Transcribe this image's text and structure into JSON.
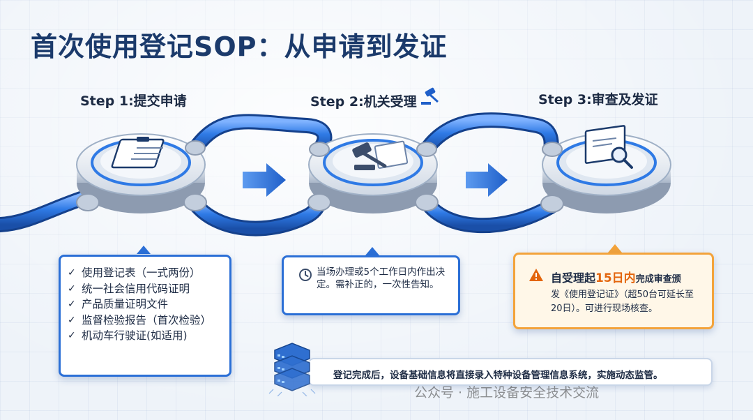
{
  "title": "首次使用登记SOP：从申请到发证",
  "steps": [
    {
      "label": "Step 1:提交申请"
    },
    {
      "label": "Step  2:机关受理"
    },
    {
      "label": "Step  3:审查及发证"
    }
  ],
  "step1_box": {
    "items": [
      "使用登记表（一式两份）",
      "统一社会信用代码证明",
      "产品质量证明文件",
      "监督检验报告（首次检验）",
      "机动车行驶证(如适用)"
    ]
  },
  "step2_box": {
    "icon": "clock-icon",
    "text": "当场办理或5个工作日内作出决定。需补正的，一次性告知。"
  },
  "step3_box": {
    "icon": "warning-icon",
    "headline_pre": "自受理起",
    "headline_highlight": "15日内",
    "headline_post": "完成审查颁",
    "body": "发《使用登记证》（超50台可延长至20日）。可进行现场核查。"
  },
  "banner": {
    "icon": "server-stack-icon",
    "text": "登记完成后，设备基础信息将直接录入特种设备管理信息系统，实施动态监管。"
  },
  "watermark": "公众号 · 施工设备安全技术交流",
  "colors": {
    "primary": "#2b6fd6",
    "title": "#1b3a6b",
    "accent_orange": "#f3a33b",
    "highlight": "#e3650c",
    "pipe": "#2f7ae5"
  }
}
